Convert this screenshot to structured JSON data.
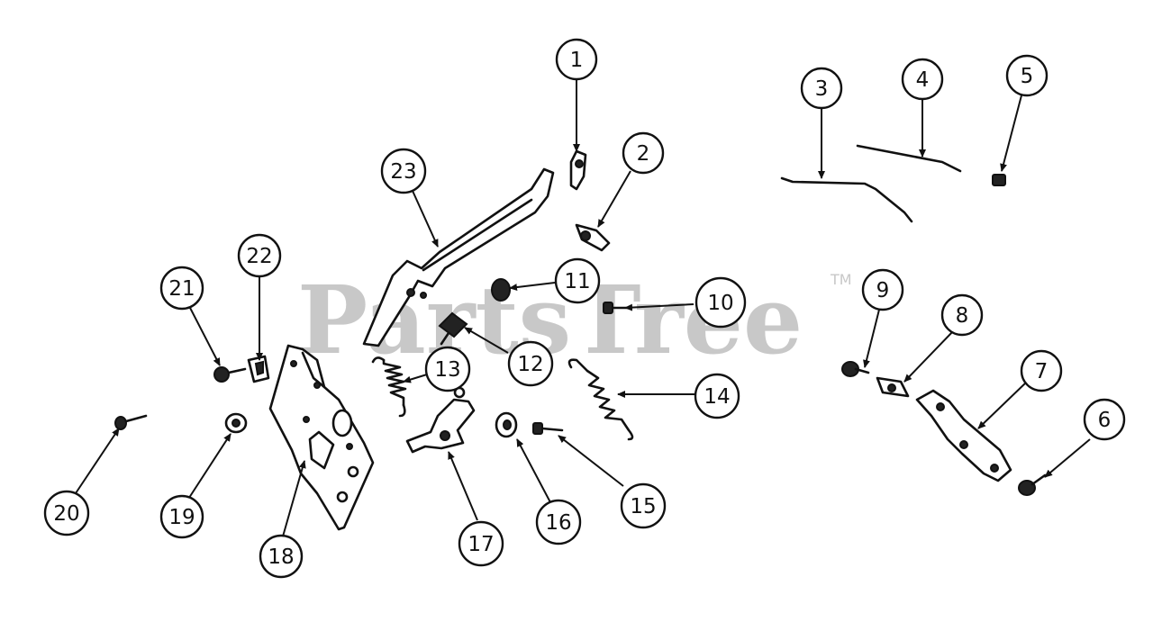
{
  "watermark": {
    "brand": "PartsTree",
    "trademark": "TM"
  },
  "callouts": [
    "1",
    "2",
    "3",
    "4",
    "5",
    "6",
    "7",
    "8",
    "9",
    "10",
    "11",
    "12",
    "13",
    "14",
    "15",
    "16",
    "17",
    "18",
    "19",
    "20",
    "21",
    "22",
    "23"
  ],
  "colors": {
    "ink": "#111111",
    "watermark": "#c8c8c8",
    "background": "#ffffff"
  }
}
